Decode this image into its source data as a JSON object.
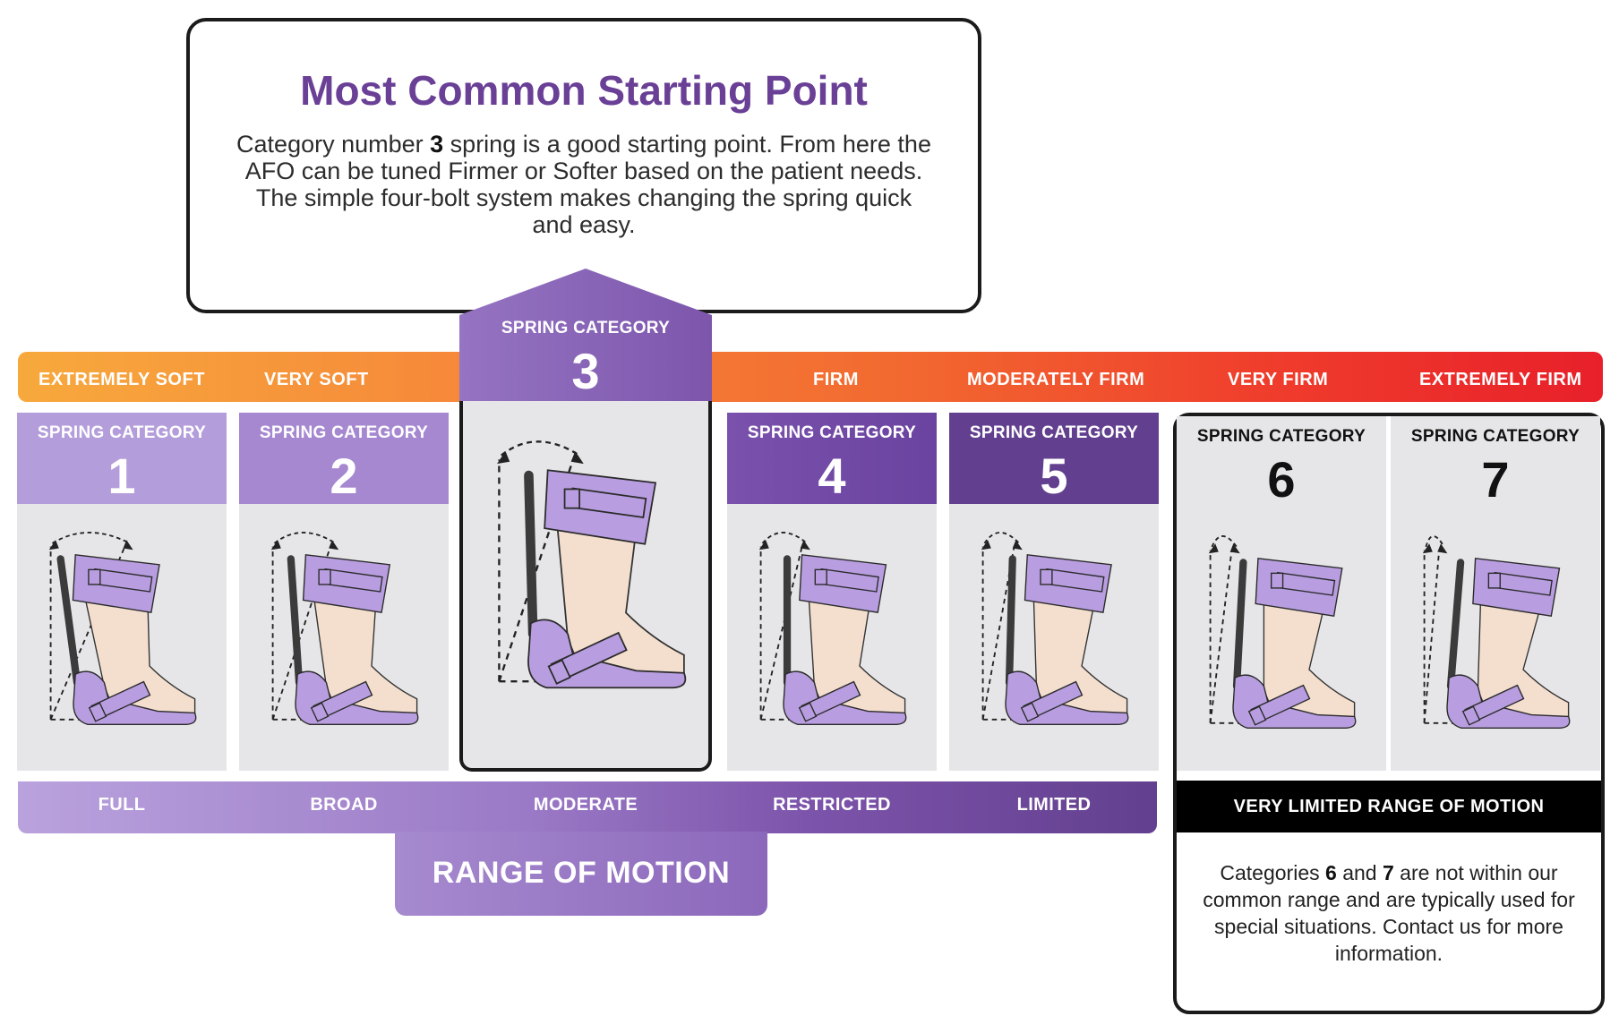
{
  "callout": {
    "title": "Most Common Starting Point",
    "body_pre": "Category number ",
    "body_num": "3",
    "body_post": " spring is a good starting point. From here the AFO can be tuned Firmer or Softer based on the patient needs. The simple four-bolt system makes changing the spring quick and easy."
  },
  "stiffness_labels": [
    "EXTREMELY SOFT",
    "VERY SOFT",
    "FIRM",
    "MODERATELY FIRM",
    "VERY FIRM",
    "EXTREMELY FIRM"
  ],
  "card_title": "SPRING CATEGORY",
  "categories": [
    {
      "number": "1",
      "color": "#b39ddb"
    },
    {
      "number": "2",
      "color": "#a184cf"
    },
    {
      "number": "3",
      "color": "#8a63b8"
    },
    {
      "number": "4",
      "color": "#6d45a0"
    },
    {
      "number": "5",
      "color": "#62408f"
    },
    {
      "number": "6",
      "color": "#e6e6e8"
    },
    {
      "number": "7",
      "color": "#e6e6e8"
    }
  ],
  "range_labels": [
    "FULL",
    "BROAD",
    "MODERATE",
    "RESTRICTED",
    "LIMITED"
  ],
  "range_title": "RANGE OF MOTION",
  "special": {
    "bar_label": "VERY LIMITED RANGE OF MOTION",
    "note_pre": "Categories ",
    "note_a": "6",
    "note_mid": " and ",
    "note_b": "7",
    "note_post": " are not within our common range and are typically used for special situations. Contact us for more information."
  },
  "colors": {
    "brace": "#b89ee0",
    "brace_stroke": "#2b2b2b",
    "skin": "#f4dfcf",
    "spring_bar": "#3b3b3b",
    "accent": "#6a3f96"
  }
}
